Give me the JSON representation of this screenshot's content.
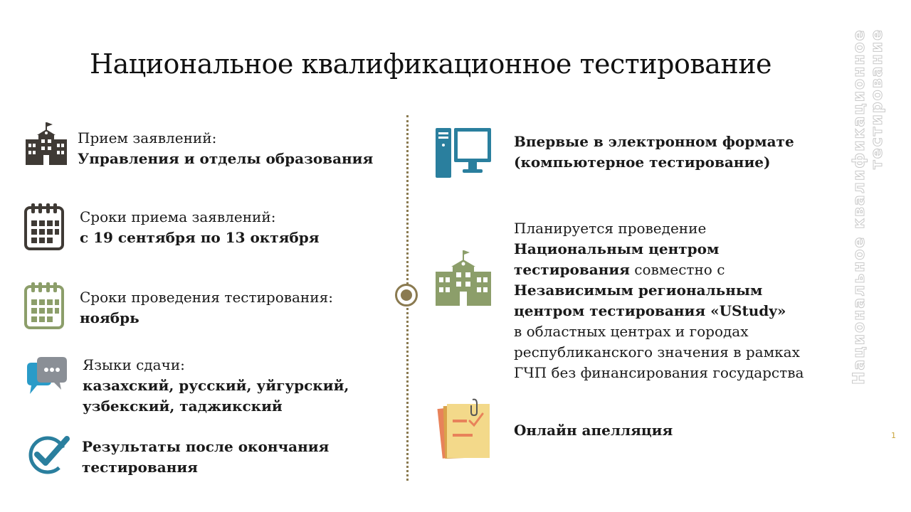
{
  "slide": {
    "title": "Национальное квалификационное тестирование",
    "left_items": [
      {
        "label": "Прием заявлений:",
        "value": "Управления и отделы образования",
        "icon": "school-building-icon"
      },
      {
        "label": "Сроки приема заявлений:",
        "value": "с 19 сентября по 13 октября",
        "icon": "calendar-icon"
      },
      {
        "label": "Сроки проведения тестирования:",
        "value": "ноябрь",
        "icon": "calendar-icon"
      },
      {
        "label": "Языки сдачи:",
        "value_lines": [
          "казахский, русский, уйгурский,",
          "узбекский, таджикский"
        ],
        "icon": "chat-bubbles-icon"
      },
      {
        "lines": [
          "Результаты после окончания",
          "тестирования"
        ],
        "icon": "checkmark-icon"
      }
    ],
    "right_items": [
      {
        "lines": [
          "Впервые в электронном формате",
          "(компьютерное тестирование)"
        ],
        "icon": "desktop-computer-icon"
      },
      {
        "lines": [
          "Планируется проведение",
          "Национальным центром",
          "тестирования совместно с",
          "Независимым региональным",
          "центром тестирования «UStudy»",
          "в областных центрах и городах",
          "республиканского значения в рамках",
          "ГЧП без финансирования государства"
        ],
        "icon": "school-building-icon"
      },
      {
        "lines": [
          "Онлайн апелляция"
        ],
        "icon": "checklist-document-icon"
      }
    ],
    "vertical_text_lines": [
      "Национальное квалификационное",
      "тестирование"
    ],
    "page_number": "1"
  },
  "colors": {
    "dark_brown": "#3f3a35",
    "olive": "#8c9e6a",
    "teal": "#2a7f9e",
    "divider": "#8a7a50"
  }
}
